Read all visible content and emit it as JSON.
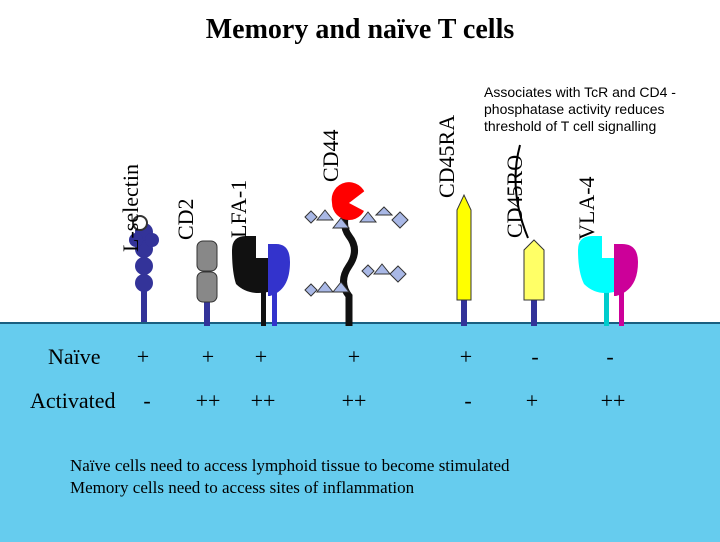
{
  "title": "Memory and naïve T cells",
  "molecules": [
    "L-selectin",
    "CD2",
    "LFA-1",
    "CD44",
    "CD45RA",
    "CD45RO",
    "VLA-4"
  ],
  "rows": [
    {
      "label": "Naïve",
      "values": [
        "+",
        "+",
        "+",
        "+",
        "+",
        "-",
        "-"
      ]
    },
    {
      "label": "Activated",
      "values": [
        "-",
        "++",
        "++",
        "++",
        "-",
        "+",
        "++"
      ]
    }
  ],
  "note": "Associates with TcR and CD4 - phosphatase activity reduces threshold of T cell signalling",
  "footer": [
    "Naïve cells need to access lymphoid tissue to become stimulated",
    "Memory cells need to access sites of inflammation"
  ],
  "colors": {
    "membrane": "#66ccee",
    "selectin_cd2_stem": "#333399",
    "cd45ra": "#ffff00",
    "cd45ro": "#ffff66",
    "vla4_alpha": "#00ffff",
    "vla4_beta": "#cc0099",
    "cd44_head": "#ff0000",
    "lfa1_beta": "#3333cc"
  }
}
